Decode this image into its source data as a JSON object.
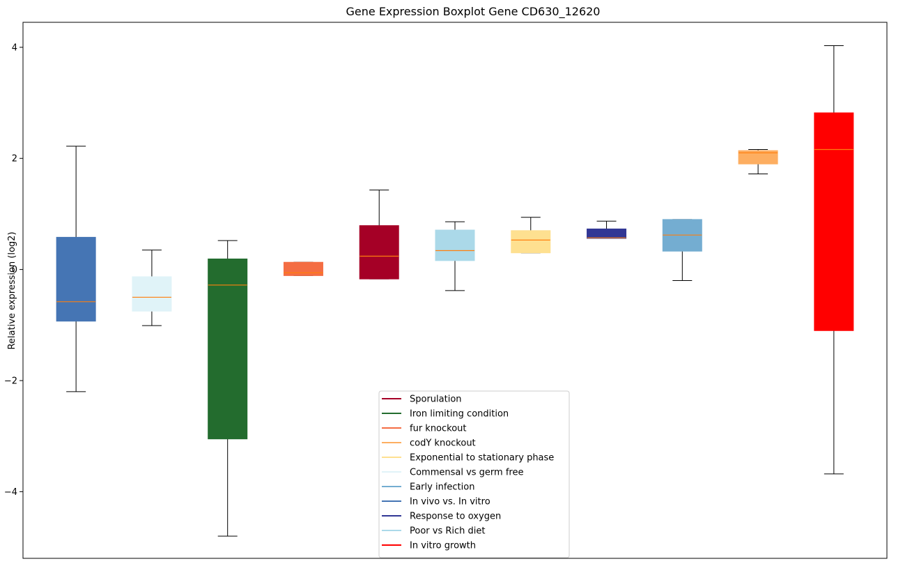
{
  "chart_data": {
    "type": "boxplot",
    "title": "Gene Expression Boxplot Gene CD630_12620",
    "ylabel": "Relative expression (log2)",
    "xlabel": "",
    "ylim": [
      -5.2,
      4.45
    ],
    "yticks": [
      {
        "value": 4,
        "label": "4"
      },
      {
        "value": 2,
        "label": "2"
      },
      {
        "value": 0,
        "label": "0"
      },
      {
        "value": -2,
        "label": "−2"
      },
      {
        "value": -4,
        "label": "−4"
      }
    ],
    "grid": false,
    "legend_position": "bottom-center",
    "median_color": "#ff7f0e",
    "boxes": [
      {
        "condition": "In vivo vs. In vitro",
        "color": "#4575b4",
        "whisker_low": -2.2,
        "q1": -0.93,
        "median": -0.58,
        "q3": 0.58,
        "whisker_high": 2.22
      },
      {
        "condition": "Commensal vs germ free",
        "color": "#e0f3f8",
        "whisker_low": -1.01,
        "q1": -0.75,
        "median": -0.5,
        "q3": -0.13,
        "whisker_high": 0.35
      },
      {
        "condition": "Iron limiting condition",
        "color": "#236c2e",
        "whisker_low": -4.8,
        "q1": -3.05,
        "median": -0.28,
        "q3": 0.19,
        "whisker_high": 0.52
      },
      {
        "condition": "fur knockout",
        "color": "#f46d43",
        "whisker_low": -0.11,
        "q1": -0.11,
        "median": -0.06,
        "q3": 0.13,
        "whisker_high": 0.13
      },
      {
        "condition": "Sporulation",
        "color": "#a50026",
        "whisker_low": -0.17,
        "q1": -0.17,
        "median": 0.24,
        "q3": 0.79,
        "whisker_high": 1.43
      },
      {
        "condition": "Poor vs Rich diet",
        "color": "#abd9e9",
        "whisker_low": -0.38,
        "q1": 0.16,
        "median": 0.34,
        "q3": 0.71,
        "whisker_high": 0.86
      },
      {
        "condition": "Exponential to stationary phase",
        "color": "#fee090",
        "whisker_low": 0.3,
        "q1": 0.3,
        "median": 0.53,
        "q3": 0.7,
        "whisker_high": 0.94
      },
      {
        "condition": "Response to oxygen",
        "color": "#313695",
        "whisker_low": 0.56,
        "q1": 0.56,
        "median": 0.57,
        "q3": 0.73,
        "whisker_high": 0.87
      },
      {
        "condition": "Early infection",
        "color": "#74add1",
        "whisker_low": -0.2,
        "q1": 0.33,
        "median": 0.62,
        "q3": 0.9,
        "whisker_high": 0.9
      },
      {
        "condition": "codY knockout",
        "color": "#fdae61",
        "whisker_low": 1.72,
        "q1": 1.9,
        "median": 2.1,
        "q3": 2.14,
        "whisker_high": 2.16
      },
      {
        "condition": "In vitro growth",
        "color": "#ff0000",
        "whisker_low": -3.68,
        "q1": -1.1,
        "median": 2.16,
        "q3": 2.82,
        "whisker_high": 4.03
      }
    ],
    "legend": [
      {
        "label": "Sporulation",
        "color": "#a50026"
      },
      {
        "label": "Iron limiting condition",
        "color": "#236c2e"
      },
      {
        "label": "fur knockout",
        "color": "#f46d43"
      },
      {
        "label": "codY knockout",
        "color": "#fdae61"
      },
      {
        "label": "Exponential to stationary phase",
        "color": "#fee090"
      },
      {
        "label": "Commensal vs germ free",
        "color": "#e0f3f8"
      },
      {
        "label": "Early infection",
        "color": "#74add1"
      },
      {
        "label": "In vivo vs. In vitro",
        "color": "#4575b4"
      },
      {
        "label": "Response to oxygen",
        "color": "#313695"
      },
      {
        "label": "Poor vs Rich diet",
        "color": "#abd9e9"
      },
      {
        "label": "In vitro growth",
        "color": "#ff0000"
      }
    ]
  }
}
